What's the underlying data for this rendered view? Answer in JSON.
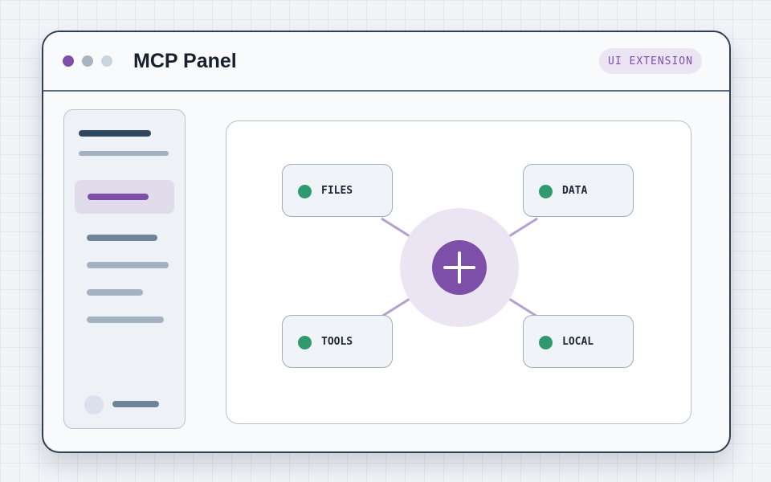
{
  "window": {
    "title": "MCP Panel",
    "badge": "UI EXTENSION",
    "controls": [
      {
        "icon": "window-dot-icon",
        "color": "#7d4fa8"
      },
      {
        "icon": "window-dot-icon",
        "color": "#a7b4c2"
      },
      {
        "icon": "window-dot-icon",
        "color": "#cbd5df"
      }
    ]
  },
  "sidebar": {
    "placeholder_items": 4,
    "active_item": 0
  },
  "canvas": {
    "hub": {
      "icon": "plus-icon",
      "color": "#7d4fa8"
    },
    "nodes": [
      {
        "label": "FILES",
        "status_color": "#2e9a6e"
      },
      {
        "label": "DATA",
        "status_color": "#2e9a6e"
      },
      {
        "label": "TOOLS",
        "status_color": "#2e9a6e"
      },
      {
        "label": "LOCAL",
        "status_color": "#2e9a6e"
      }
    ]
  },
  "colors": {
    "accent": "#7d4fa8",
    "status_ok": "#2e9a6e",
    "frame": "#2f3f52"
  }
}
